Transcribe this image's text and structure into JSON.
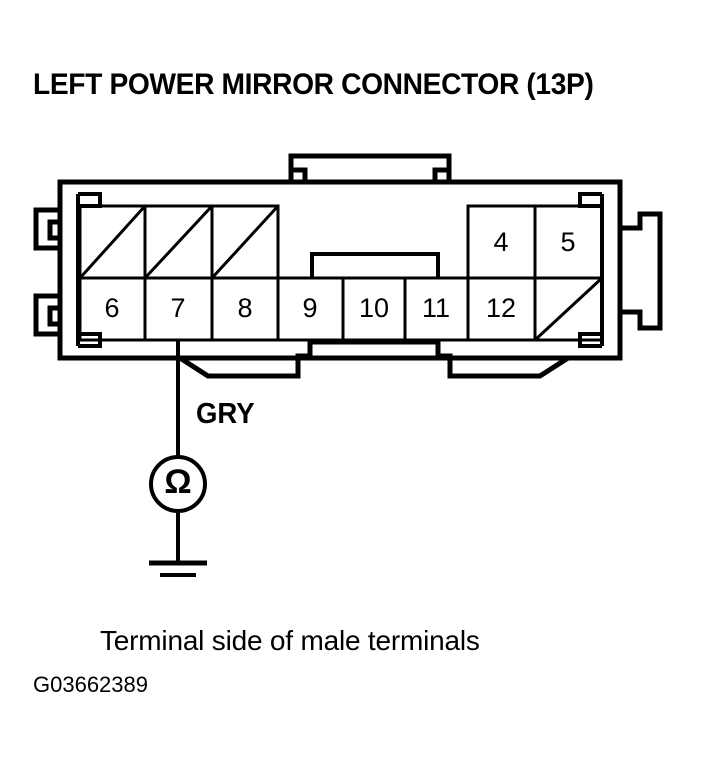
{
  "figure": {
    "title": "LEFT POWER MIRROR CONNECTOR (13P)",
    "caption": "Terminal side of male terminals",
    "figure_id": "G03662389",
    "ink_color": "#000000",
    "background_color": "#ffffff"
  },
  "connector": {
    "pin_count_label": "13P",
    "top_row": [
      {
        "label": "",
        "blank": true
      },
      {
        "label": "",
        "blank": true
      },
      {
        "label": "",
        "blank": true
      },
      {
        "label": "4",
        "blank": false
      },
      {
        "label": "5",
        "blank": false
      }
    ],
    "bottom_row": [
      {
        "label": "6",
        "blank": false
      },
      {
        "label": "7",
        "blank": false
      },
      {
        "label": "8",
        "blank": false
      },
      {
        "label": "9",
        "blank": false
      },
      {
        "label": "10",
        "blank": false
      },
      {
        "label": "11",
        "blank": false
      },
      {
        "label": "12",
        "blank": false
      },
      {
        "label": "",
        "blank": true
      }
    ]
  },
  "measurement": {
    "wire_color_code": "GRY",
    "probe_pin": "7",
    "meter_symbol": "Ω",
    "meter_type": "ohmmeter",
    "ground_symbol": "earth-ground"
  }
}
